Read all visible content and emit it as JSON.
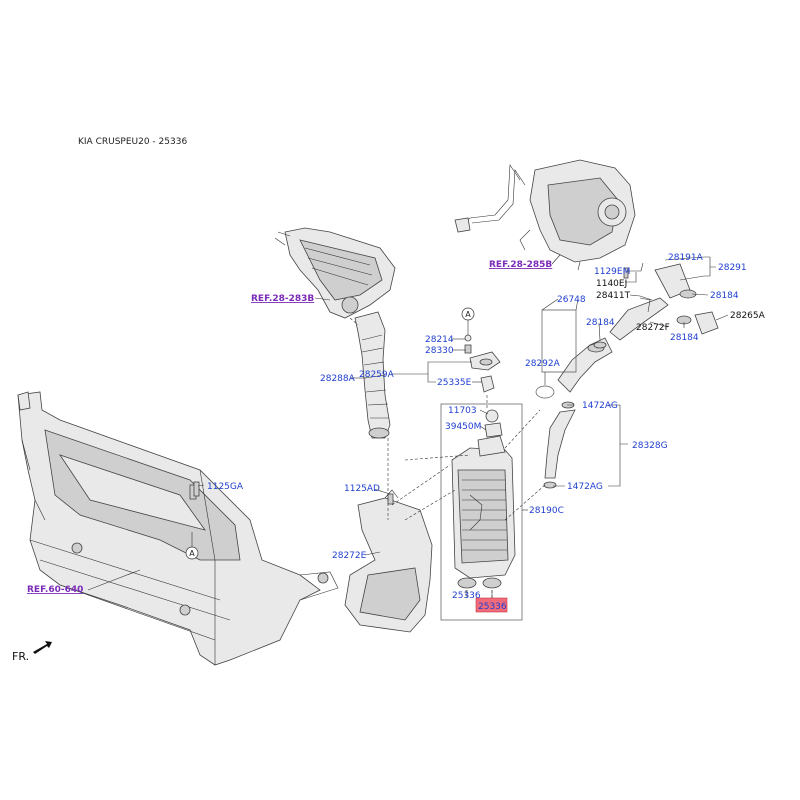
{
  "title": "KIA CRUSPEU20 - 25336",
  "direction_label": "FR.",
  "refs": {
    "ref_28_283B": "REF.28-283B",
    "ref_28_285B": "REF.28-285B",
    "ref_60_640": "REF.60-640"
  },
  "circle_marker": "A",
  "highlighted_part": "25336",
  "colors": {
    "label": "#1f3fd0",
    "ref": "#7b2bb8",
    "highlight": "#f26b7a"
  },
  "labels": {
    "p1129EM": "1129EM",
    "p1140EJ": "1140EJ",
    "p28411T": "28411T",
    "p28191A": "28191A",
    "p28291": "28291",
    "p28184_a": "28184",
    "p28184_b": "28184",
    "p28184_c": "28184",
    "p28265A": "28265A",
    "p28272F": "28272F",
    "p26748": "26748",
    "p28292A": "28292A",
    "p1472AG_a": "1472AG",
    "p1472AG_b": "1472AG",
    "p28328G": "28328G",
    "p28214": "28214",
    "p28330": "28330",
    "p28259A": "28259A",
    "p25335E": "25335E",
    "p28288A": "28288A",
    "p11703": "11703",
    "p39450M": "39450M",
    "p28190C": "28190C",
    "p25336_a": "25336",
    "p25336_b": "25336",
    "p1125AD": "1125AD",
    "p28272E": "28272E",
    "p1125GA": "1125GA"
  }
}
